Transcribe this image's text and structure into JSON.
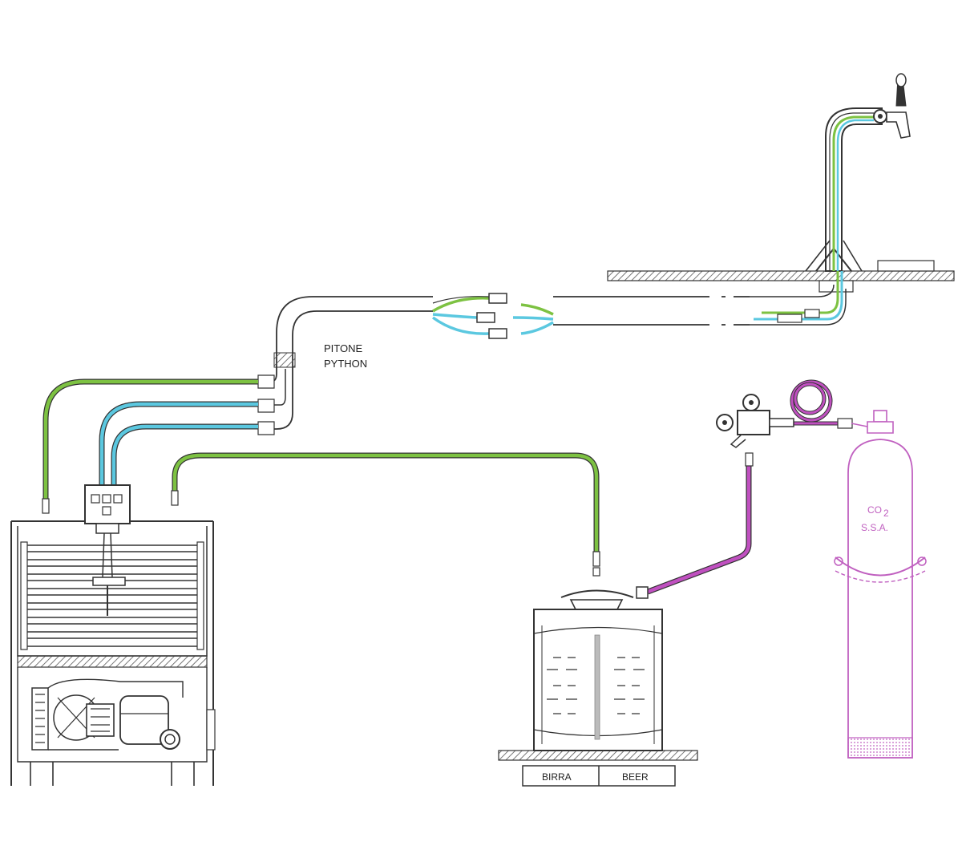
{
  "labels": {
    "python_it": "PITONE",
    "python_en": "PYTHON",
    "keg_it": "BIRRA",
    "keg_en": "BEER",
    "cylinder_line1": "CO",
    "cylinder_subscript": "2",
    "cylinder_line2": "S.S.A."
  },
  "colors": {
    "beer_line": "#7dc242",
    "coolant_line": "#5bc8e0",
    "gas_line": "#c050c0",
    "outline": "#333333",
    "hatch": "#555555"
  }
}
